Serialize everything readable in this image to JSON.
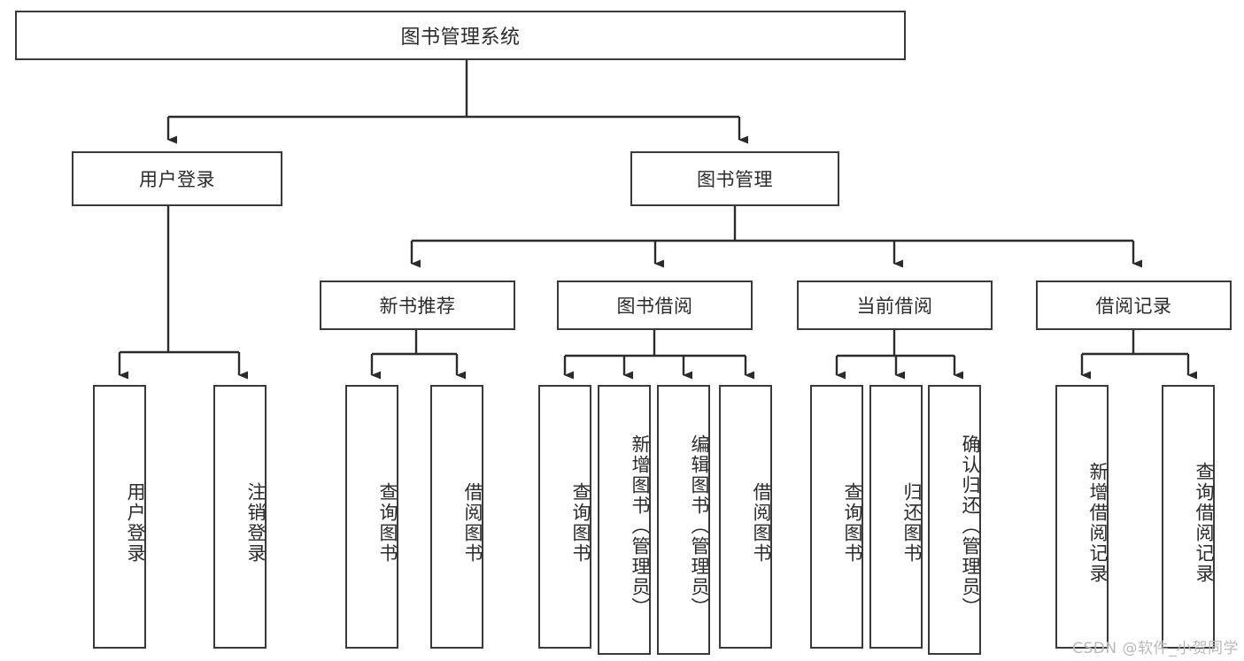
{
  "diagram": {
    "type": "tree-hierarchy",
    "title": "图书管理系统",
    "watermark": "CSDN @软件_小贺同学",
    "colors": {
      "box_border": "#3a3a3a",
      "box_fill": "#ffffff",
      "connector": "#2b2b2b",
      "text": "#2b2b2b",
      "watermark": "#b9b9b9",
      "background": "#ffffff"
    },
    "nodes": {
      "root": {
        "label": "图书管理系统"
      },
      "level2": [
        {
          "id": "user-login",
          "label": "用户登录"
        },
        {
          "id": "book-manage",
          "label": "图书管理"
        }
      ],
      "level3": [
        {
          "id": "new-book-recommend",
          "label": "新书推荐"
        },
        {
          "id": "book-borrow",
          "label": "图书借阅"
        },
        {
          "id": "current-borrow",
          "label": "当前借阅"
        },
        {
          "id": "borrow-record",
          "label": "借阅记录"
        }
      ],
      "leaves": {
        "user_login": [
          {
            "id": "leaf-user-login",
            "label": "用户登录"
          },
          {
            "id": "leaf-logout-login",
            "label": "注销登录"
          }
        ],
        "new_book_recommend": [
          {
            "id": "leaf-query-book-1",
            "label": "查询图书"
          },
          {
            "id": "leaf-borrow-book-1",
            "label": "借阅图书"
          }
        ],
        "book_borrow": [
          {
            "id": "leaf-query-book-2",
            "label": "查询图书"
          },
          {
            "id": "leaf-add-book",
            "label": "新增图书（管理员）"
          },
          {
            "id": "leaf-edit-book",
            "label": "编辑图书（管理员）"
          },
          {
            "id": "leaf-borrow-book-2",
            "label": "借阅图书"
          }
        ],
        "current_borrow": [
          {
            "id": "leaf-query-book-3",
            "label": "查询图书"
          },
          {
            "id": "leaf-return-book",
            "label": "归还图书"
          },
          {
            "id": "leaf-confirm-return",
            "label": "确认归还（管理员）"
          }
        ],
        "borrow_record": [
          {
            "id": "leaf-add-record",
            "label": "新增借阅记录"
          },
          {
            "id": "leaf-query-record",
            "label": "查询借阅记录"
          }
        ]
      }
    }
  }
}
